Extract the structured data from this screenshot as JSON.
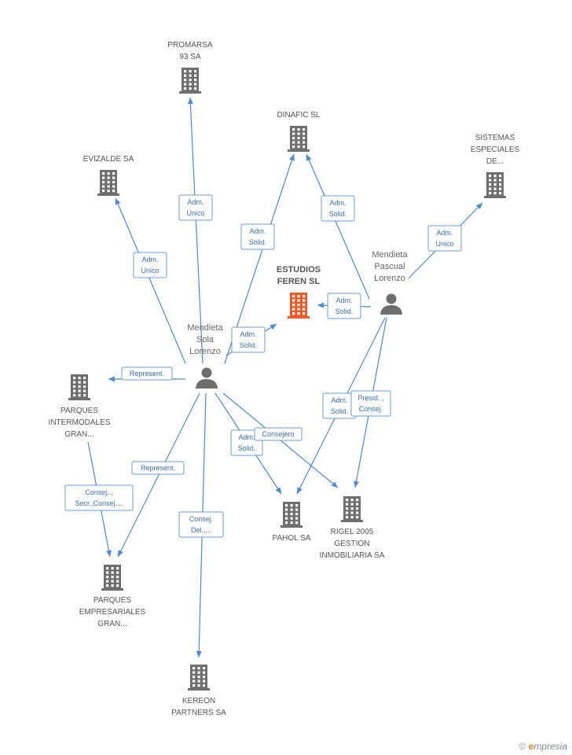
{
  "colors": {
    "building": "#6e6e6e",
    "focus": "#f05a28",
    "person": "#6e6e6e",
    "edge": "#4a8ad8",
    "label_text": "#3a6fb0"
  },
  "companies": [
    {
      "id": "promarsa",
      "lines": [
        "PROMARSA",
        "93 SA"
      ]
    },
    {
      "id": "dinafic",
      "lines": [
        "DINAFIC SL"
      ]
    },
    {
      "id": "evizalde",
      "lines": [
        "EVIZALDE SA"
      ]
    },
    {
      "id": "sistemas",
      "lines": [
        "SISTEMAS",
        "ESPECIALES",
        "DE..."
      ]
    },
    {
      "id": "estudios",
      "lines": [
        "ESTUDIOS",
        "FEREN SL"
      ],
      "focus": true
    },
    {
      "id": "parques_inter",
      "lines": [
        "PARQUES",
        "INTERMODALES",
        "GRAN..."
      ]
    },
    {
      "id": "pahol",
      "lines": [
        "PAHOL SA"
      ]
    },
    {
      "id": "rigel",
      "lines": [
        "RIGEL 2005",
        "GESTION",
        "INMOBILIARIA SA"
      ]
    },
    {
      "id": "parques_emp",
      "lines": [
        "PARQUES",
        "EMPRESARIALES",
        "GRAN..."
      ]
    },
    {
      "id": "kereon",
      "lines": [
        "KEREON",
        "PARTNERS SA"
      ]
    }
  ],
  "persons": [
    {
      "id": "sola",
      "lines": [
        "Mendieta",
        "Sola",
        "Lorenzo"
      ]
    },
    {
      "id": "pascual",
      "lines": [
        "Mendieta",
        "Pascual",
        "Lorenzo"
      ]
    }
  ],
  "relations": [
    {
      "id": "sola-promarsa",
      "lines": [
        "Adm.",
        "Unico"
      ]
    },
    {
      "id": "sola-evizalde",
      "lines": [
        "Adm.",
        "Unico"
      ]
    },
    {
      "id": "sola-dinafic",
      "lines": [
        "Adm.",
        "Solid."
      ]
    },
    {
      "id": "sola-estudios",
      "lines": [
        "Adm.",
        "Solid."
      ]
    },
    {
      "id": "sola-parques-inter",
      "lines": [
        "Represent."
      ]
    },
    {
      "id": "sola-parques-emp",
      "lines": [
        "Represent."
      ]
    },
    {
      "id": "sola-kereon",
      "lines": [
        "Consej.",
        "Del.,..."
      ]
    },
    {
      "id": "sola-pahol",
      "lines": [
        "Adm.",
        "Solid."
      ]
    },
    {
      "id": "sola-rigel",
      "lines": [
        "Consejero"
      ]
    },
    {
      "id": "inter-emp",
      "lines": [
        "Consej. ,",
        "Secr.,Consej...."
      ]
    },
    {
      "id": "pascual-dinafic",
      "lines": [
        "Adm.",
        "Solid."
      ]
    },
    {
      "id": "pascual-sistemas",
      "lines": [
        "Adm.",
        "Unico"
      ]
    },
    {
      "id": "pascual-estudios",
      "lines": [
        "Adm.",
        "Solid."
      ]
    },
    {
      "id": "pascual-pahol",
      "lines": [
        "Adm.",
        "Solid."
      ]
    },
    {
      "id": "pascual-rigel",
      "lines": [
        "Presid. ,",
        "Consej."
      ]
    }
  ],
  "footer": {
    "copyright": "©",
    "brand_initial": "e",
    "brand_rest": "mpresia"
  }
}
